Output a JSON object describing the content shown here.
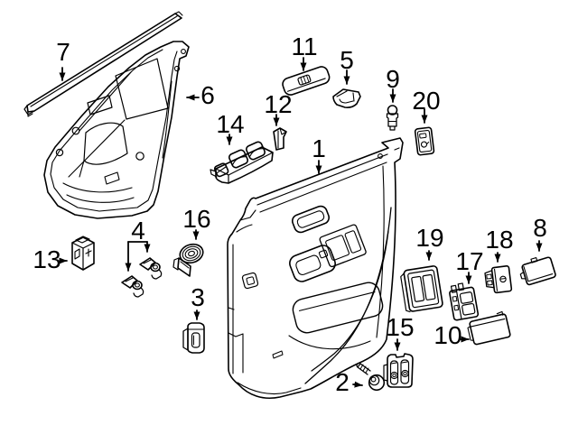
{
  "diagram": {
    "description": "Exploded parts diagram of a vehicle front door interior trim panel with numbered callouts",
    "colors": {
      "background": "#ffffff",
      "line": "#000000"
    },
    "callouts": [
      {
        "number": "1",
        "part": "door trim panel"
      },
      {
        "number": "2",
        "part": "screw"
      },
      {
        "number": "3",
        "part": "clip"
      },
      {
        "number": "4",
        "part": "retainer clip pair"
      },
      {
        "number": "5",
        "part": "clip"
      },
      {
        "number": "6",
        "part": "water shield"
      },
      {
        "number": "7",
        "part": "belt weatherstrip"
      },
      {
        "number": "8",
        "part": "trim cover"
      },
      {
        "number": "9",
        "part": "bulb socket"
      },
      {
        "number": "10",
        "part": "cover cap"
      },
      {
        "number": "11",
        "part": "cover plate"
      },
      {
        "number": "12",
        "part": "clip"
      },
      {
        "number": "13",
        "part": "retainer"
      },
      {
        "number": "14",
        "part": "window switch"
      },
      {
        "number": "15",
        "part": "latch bracket"
      },
      {
        "number": "16",
        "part": "grommet"
      },
      {
        "number": "17",
        "part": "switch"
      },
      {
        "number": "18",
        "part": "clip"
      },
      {
        "number": "19",
        "part": "switch bezel"
      },
      {
        "number": "20",
        "part": "retainer"
      }
    ]
  }
}
